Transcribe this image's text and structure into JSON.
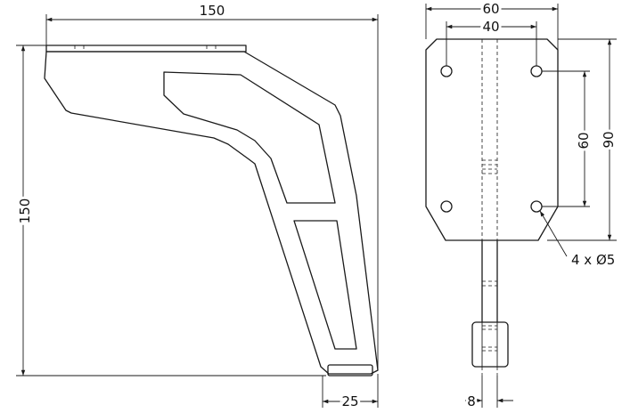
{
  "side_view": {
    "width_label": "150",
    "height_label": "150",
    "foot_label": "25"
  },
  "plate_view": {
    "width_label": "60",
    "hole_spacing_x_label": "40",
    "hole_spacing_y_label": "60",
    "height_label": "90",
    "holes_label": "4 x Ø5",
    "pin_label": "8"
  }
}
